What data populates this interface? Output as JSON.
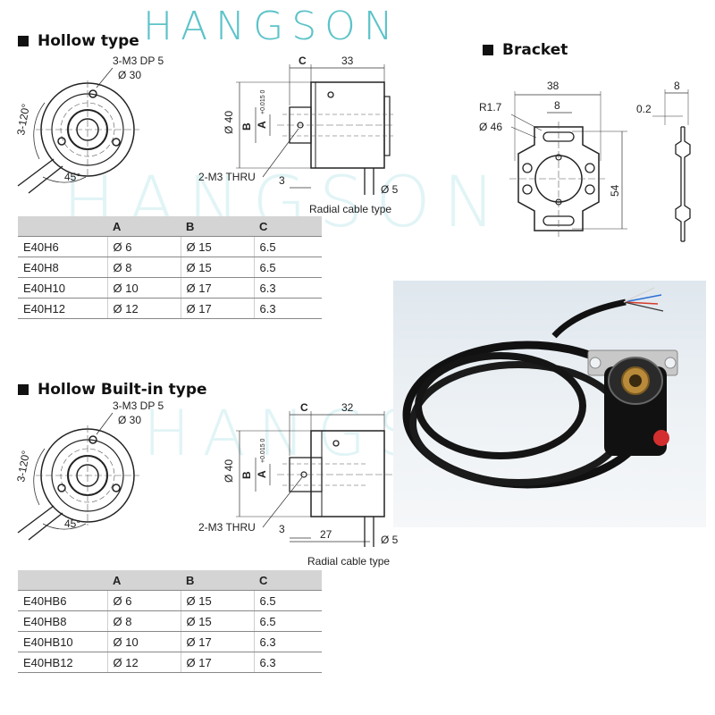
{
  "brand": "HANGSON",
  "watermark": "HANGSON",
  "hollow": {
    "title": "Hollow type",
    "front": {
      "thread": "3-M3 DP 5",
      "pcd": "Ø 30",
      "angle_arc": "3-120°",
      "cable_angle": "45°"
    },
    "side": {
      "dim_c": "C",
      "dim_len": "33",
      "dia_body": "Ø 40",
      "dim_b": "B",
      "dim_a": "A",
      "tol": "+0.015 0",
      "thru": "2-M3 THRU",
      "dim_3": "3",
      "cable_dia": "Ø 5",
      "caption": "Radial cable type"
    },
    "table": {
      "headers": [
        "",
        "A",
        "B",
        "C"
      ],
      "rows": [
        [
          "E40H6",
          "Ø 6",
          "Ø 15",
          "6.5"
        ],
        [
          "E40H8",
          "Ø 8",
          "Ø 15",
          "6.5"
        ],
        [
          "E40H10",
          "Ø 10",
          "Ø 17",
          "6.3"
        ],
        [
          "E40H12",
          "Ø 12",
          "Ø 17",
          "6.3"
        ]
      ]
    }
  },
  "builtin": {
    "title": "Hollow Built-in type",
    "front": {
      "thread": "3-M3 DP 5",
      "pcd": "Ø 30",
      "angle_arc": "3-120°",
      "cable_angle": "45°"
    },
    "side": {
      "dim_c": "C",
      "dim_len": "32",
      "dia_body": "Ø 40",
      "dim_b": "B",
      "dim_a": "A",
      "tol": "+0.015 0",
      "thru": "2-M3 THRU",
      "dim_3": "3",
      "dim_27": "27",
      "cable_dia": "Ø 5",
      "caption": "Radial cable type"
    },
    "table": {
      "headers": [
        "",
        "A",
        "B",
        "C"
      ],
      "rows": [
        [
          "E40HB6",
          "Ø 6",
          "Ø 15",
          "6.5"
        ],
        [
          "E40HB8",
          "Ø 8",
          "Ø 15",
          "6.5"
        ],
        [
          "E40HB10",
          "Ø 10",
          "Ø 17",
          "6.3"
        ],
        [
          "E40HB12",
          "Ø 12",
          "Ø 17",
          "6.3"
        ]
      ]
    }
  },
  "bracket": {
    "title": "Bracket",
    "dim_width": "38",
    "dim_slot": "8",
    "radius": "R1.7",
    "dia_hole": "Ø 46",
    "dim_height": "54",
    "dim_thick": "8",
    "dim_gap": "0.2"
  },
  "colors": {
    "brand": "#5cc3c9",
    "table_header": "#d4d4d4"
  }
}
